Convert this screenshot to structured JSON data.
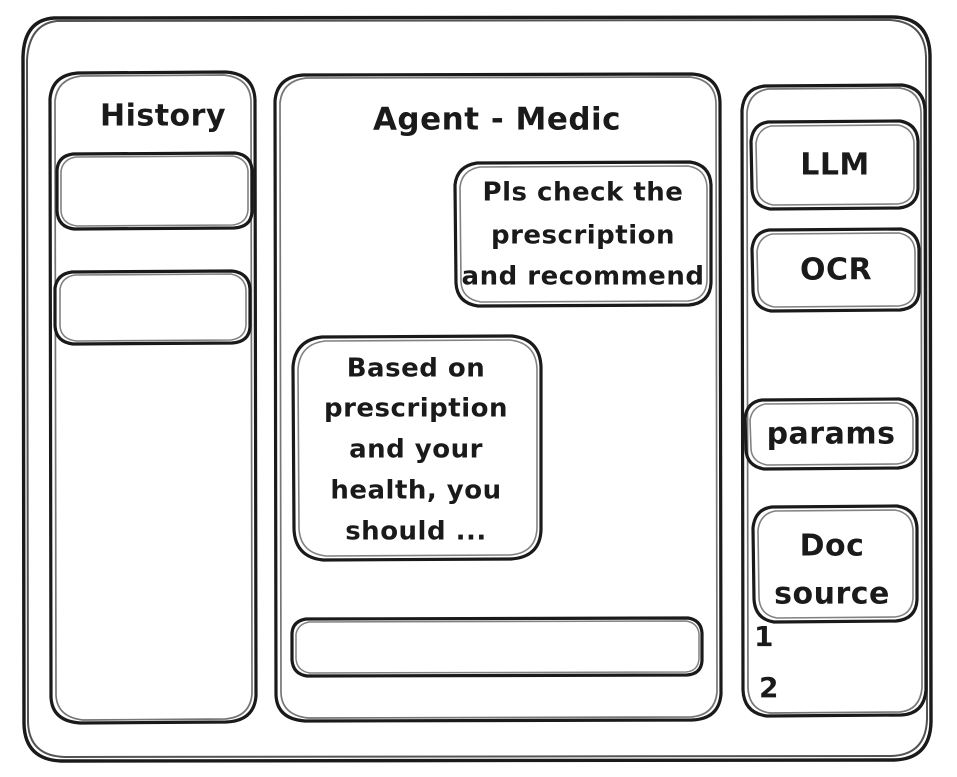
{
  "window": {
    "style": "hand-drawn-wireframe",
    "background": "#ffffff",
    "ink_color": "#1a1a1a"
  },
  "sidebar_left": {
    "title": "History",
    "items": [
      {
        "label": ""
      },
      {
        "label": ""
      }
    ]
  },
  "main": {
    "title": "Agent - Medic",
    "messages": [
      {
        "role": "user",
        "lines": [
          "Pls check the",
          "prescription",
          "and recommend"
        ]
      },
      {
        "role": "assistant",
        "lines": [
          "Based on",
          "prescription",
          "and your",
          "health, you",
          "should ..."
        ]
      }
    ],
    "composer": {
      "value": "",
      "placeholder": ""
    }
  },
  "sidebar_right": {
    "chips": [
      {
        "label": "LLM"
      },
      {
        "label": "OCR"
      },
      {
        "label": "params"
      }
    ],
    "doc_source": {
      "lines": [
        "Doc",
        "source"
      ],
      "list": [
        "1",
        "2"
      ]
    }
  }
}
